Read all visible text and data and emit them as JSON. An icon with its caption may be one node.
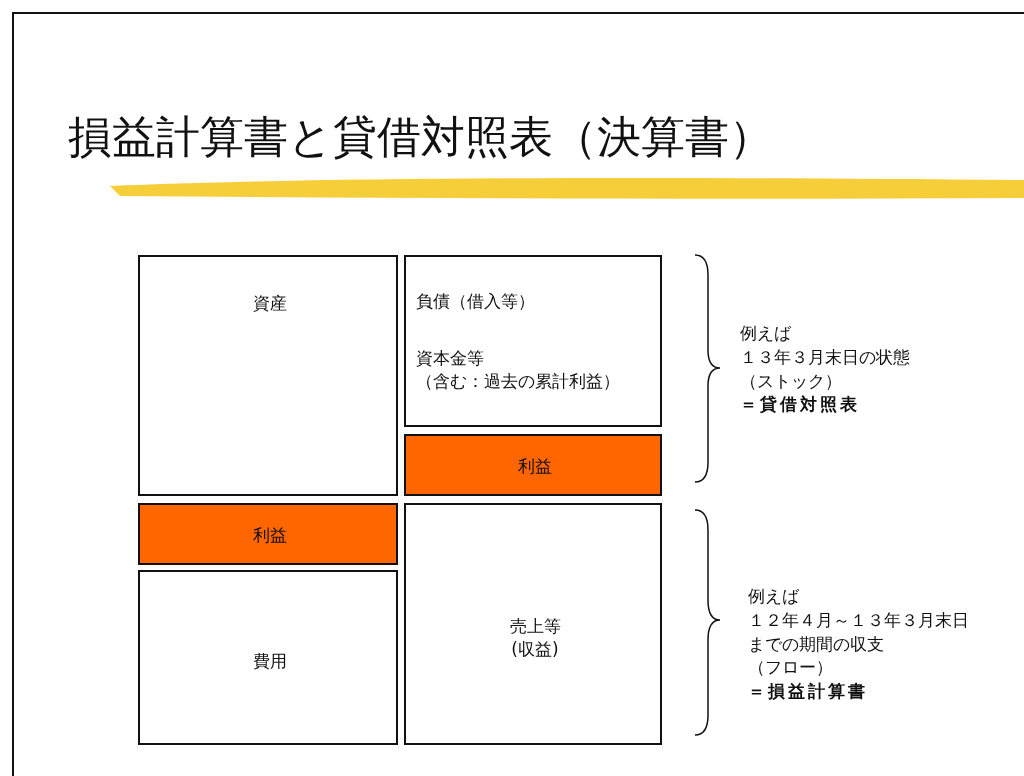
{
  "diagram": {
    "title": "損益計算書と貸借対照表（決算書）",
    "nodes": [
      {
        "text": [
          "資産"
        ]
      },
      {
        "text": [
          "負債（借入等）",
          "資本金等（含む：過去の累計利益）"
        ]
      },
      {
        "text": [
          "利益"
        ]
      },
      {
        "text": [
          "利益"
        ]
      },
      {
        "text": [
          "費用"
        ]
      },
      {
        "text": [
          "売上等(収益)"
        ]
      }
    ],
    "labels": [
      "例えば１３年３月末日の状態（ストック）＝貸借対照表",
      "例えば１２年４月～１３年３月末日までの期間の収支（フロー）＝損益計算書"
    ]
  }
}
